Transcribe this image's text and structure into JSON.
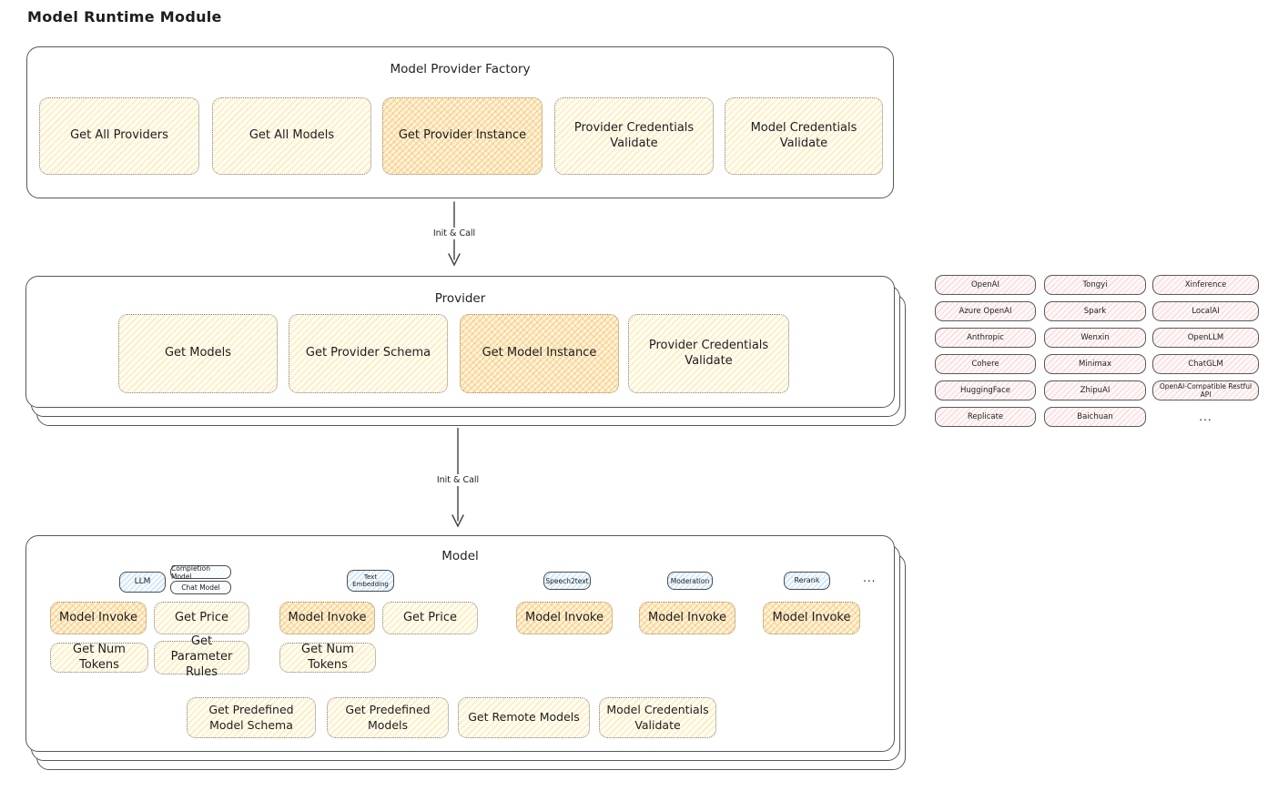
{
  "title": "Model Runtime Module",
  "colors": {
    "node_yellow": "#fdf3d2",
    "node_orange_highlight": "#f8d89c",
    "provider_pink": "#fbe9e8",
    "tag_blue": "#d8eafa",
    "stroke_dark": "#3f4145",
    "box_stroke": "#55585c"
  },
  "factory": {
    "title": "Model Provider Factory",
    "buttons": [
      {
        "label": "Get All Providers",
        "highlighted": false
      },
      {
        "label": "Get All Models",
        "highlighted": false
      },
      {
        "label": "Get Provider Instance",
        "highlighted": true
      },
      {
        "label": "Provider Credentials Validate",
        "highlighted": false
      },
      {
        "label": "Model Credentials Validate",
        "highlighted": false
      }
    ]
  },
  "arrow1": {
    "label": "Init & Call"
  },
  "arrow2": {
    "label": "Init & Call"
  },
  "provider": {
    "title": "Provider",
    "buttons": [
      {
        "label": "Get Models",
        "highlighted": false
      },
      {
        "label": "Get Provider Schema",
        "highlighted": false
      },
      {
        "label": "Get Model Instance",
        "highlighted": true
      },
      {
        "label": "Provider Credentials Validate",
        "highlighted": false
      }
    ]
  },
  "providers": {
    "columns": [
      {
        "items": [
          "OpenAI",
          "Azure OpenAI",
          "Anthropic",
          "Cohere",
          "HuggingFace",
          "Replicate"
        ]
      },
      {
        "items": [
          "Tongyi",
          "Spark",
          "Wenxin",
          "Minimax",
          "ZhipuAI",
          "Baichuan"
        ]
      },
      {
        "items": [
          "Xinference",
          "LocalAI",
          "OpenLLM",
          "ChatGLM",
          "OpenAI-Compatible Restful API"
        ]
      }
    ],
    "ellipsis": "..."
  },
  "model": {
    "title": "Model",
    "tags": {
      "llm": "LLM",
      "completion": "Completion Model",
      "chat": "Chat Model",
      "text_embedding": "Text Embedding",
      "speech2text": "Speech2text",
      "moderation": "Moderation",
      "rerank": "Rerank"
    },
    "ellipsis": "...",
    "row1": [
      {
        "label": "Model Invoke",
        "highlighted": true
      },
      {
        "label": "Get Price",
        "highlighted": false
      },
      {
        "label": "Model Invoke",
        "highlighted": true
      },
      {
        "label": "Get Price",
        "highlighted": false
      },
      {
        "label": "Model Invoke",
        "highlighted": true
      },
      {
        "label": "Model Invoke",
        "highlighted": true
      },
      {
        "label": "Model Invoke",
        "highlighted": true
      }
    ],
    "row2": [
      {
        "label": "Get Num Tokens",
        "highlighted": false
      },
      {
        "label": "Get Parameter Rules",
        "highlighted": false
      },
      {
        "label": "Get Num Tokens",
        "highlighted": false
      }
    ],
    "bottom": [
      {
        "label": "Get Predefined Model Schema",
        "highlighted": false
      },
      {
        "label": "Get Predefined Models",
        "highlighted": false
      },
      {
        "label": "Get Remote Models",
        "highlighted": false
      },
      {
        "label": "Model Credentials Validate",
        "highlighted": false
      }
    ]
  }
}
